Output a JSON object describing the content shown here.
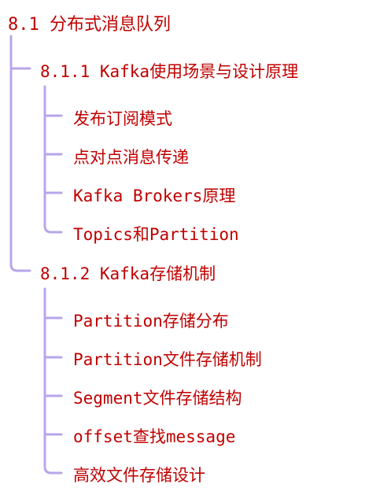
{
  "colors": {
    "text": "#c00000",
    "connector": "#b7a6ea"
  },
  "root": {
    "label": "8.1 分布式消息队列"
  },
  "sections": [
    {
      "label": "8.1.1 Kafka使用场景与设计原理",
      "items": [
        {
          "label": "发布订阅模式"
        },
        {
          "label": "点对点消息传递"
        },
        {
          "label": "Kafka Brokers原理"
        },
        {
          "label": "Topics和Partition"
        }
      ]
    },
    {
      "label": "8.1.2 Kafka存储机制",
      "items": [
        {
          "label": "Partition存储分布"
        },
        {
          "label": "Partition文件存储机制"
        },
        {
          "label": "Segment文件存储结构"
        },
        {
          "label": "offset查找message"
        },
        {
          "label": "高效文件存储设计"
        }
      ]
    }
  ]
}
